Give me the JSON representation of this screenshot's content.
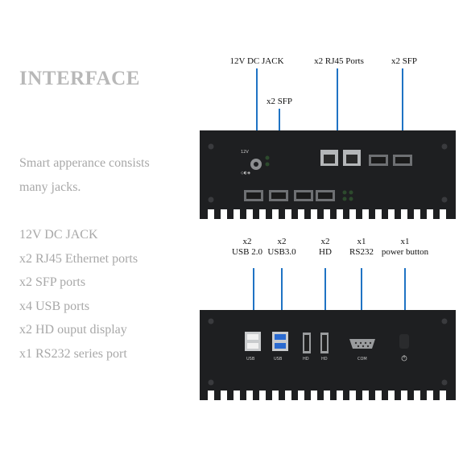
{
  "heading": "INTERFACE",
  "description": [
    "Smart apperance consists",
    "many jacks."
  ],
  "specs": [
    "12V DC JACK",
    "x2 RJ45 Ethernet ports",
    "x2 SFP ports",
    "x4 USB ports",
    "x2 HD ouput display",
    "x1 RS232 series port"
  ],
  "front_labels": {
    "dc_jack": "12V DC JACK",
    "rj45": "x2 RJ45 Ports",
    "sfp_top": "x2 SFP",
    "sfp_mid": "x2 SFP"
  },
  "back_labels": {
    "usb20": [
      "x2",
      "USB 2.0"
    ],
    "usb30": [
      "x2",
      "USB3.0"
    ],
    "hd": [
      "x2",
      "HD"
    ],
    "rs232": [
      "x1",
      "RS232"
    ],
    "power": [
      "x1",
      "power button"
    ]
  },
  "back_port_texts": [
    "USB",
    "USB",
    "HD",
    "HD",
    "COM"
  ],
  "colors": {
    "accent": "#1f73c4",
    "heading": "#b8b8b8",
    "body_text": "#a8a8a8",
    "device": "#1e1f21"
  }
}
